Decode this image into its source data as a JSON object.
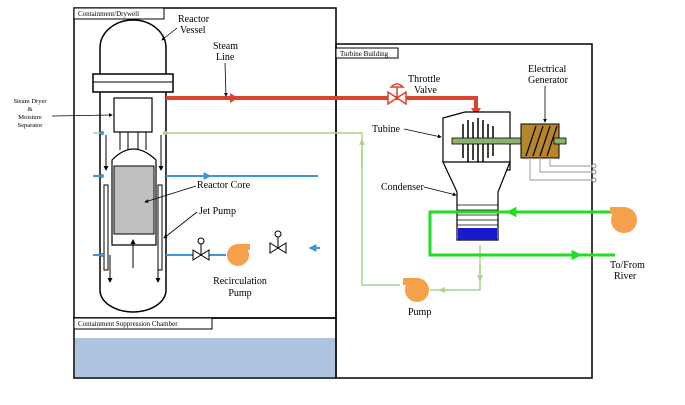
{
  "labels": {
    "containment_drywell": "Containment/Drywell",
    "turbine_building": "Turbine Building",
    "containment_suppression_chamber": "Containment Suppression Chamber",
    "reactor_vessel_line1": "Reactor",
    "reactor_vessel_line2": "Vessel",
    "steam_line_line1": "Steam",
    "steam_line_line2": "Line",
    "steam_dryer_line1": "Steam Dryer",
    "steam_dryer_line2": "&",
    "steam_dryer_line3": "Moisture",
    "steam_dryer_line4": "Separator",
    "reactor_core": "Reactor Core",
    "jet_pump": "Jet Pump",
    "recirculation_pump_line1": "Recirculation",
    "recirculation_pump_line2": "Pump",
    "throttle_valve_line1": "Throttle",
    "throttle_valve_line2": "Valve",
    "electrical_generator_line1": "Electrical",
    "electrical_generator_line2": "Generator",
    "turbine": "Tubine",
    "condenser": "Condenser",
    "river_line1": "To/From",
    "river_line2": "River",
    "pump": "Pump"
  },
  "colors": {
    "steam": "#d9432f",
    "feedwater": "#a8d38a",
    "recirculation": "#3a96dd",
    "cooling_water": "#22dd22",
    "pump": "#f5a04a",
    "core": "#c0c0c0",
    "suppression_pool": "#adc4e0",
    "condenser_water": "#1a1acc",
    "shaft": "#90b070",
    "generator": "#b8862a"
  }
}
